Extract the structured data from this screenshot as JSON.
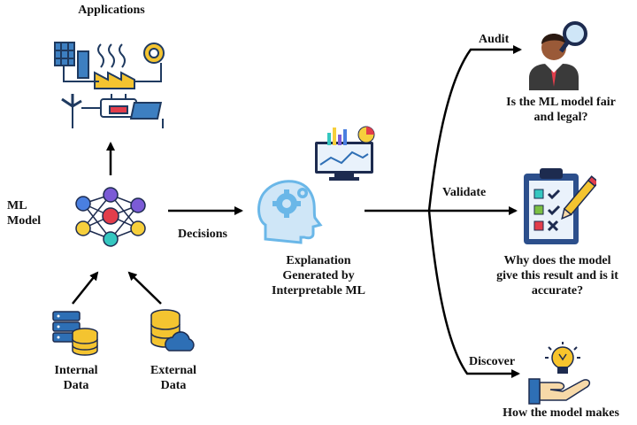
{
  "labels": {
    "smart_grid_title": "Smart Grid\nApplications",
    "ml_model": "ML\nModel",
    "decisions": "Decisions",
    "explanation": "Explanation\nGenerated by\nInterpretable ML",
    "internal_data": "Internal\nData",
    "external_data": "External\nData",
    "audit": "Audit",
    "audit_question": "Is the ML model fair\nand legal?",
    "validate": "Validate",
    "validate_question": "Why does the model\ngive this result and is it\naccurate?",
    "discover": "Discover",
    "discover_text": "How the model makes"
  },
  "colors": {
    "arrow": "#000000",
    "node_purple": "#7b5bd6",
    "node_blue": "#4a7fe0",
    "node_red": "#e23d4b",
    "node_yellow": "#f6cf3c",
    "node_teal": "#35c7c0",
    "db_yellow": "#f4c430",
    "db_blue": "#2e6fb5",
    "head_blue": "#6ab7e8",
    "checklist_frame": "#2c4f8c",
    "bulb_yellow": "#f8c42c",
    "hand_blue": "#2e6fb5"
  },
  "icons": [
    "smart-grid-icon",
    "neural-network-icon",
    "server-database-icon",
    "cloud-database-icon",
    "brain-gear-head-icon",
    "monitor-chart-icon",
    "auditor-magnifier-icon",
    "checklist-pencil-icon",
    "hand-lightbulb-icon"
  ]
}
